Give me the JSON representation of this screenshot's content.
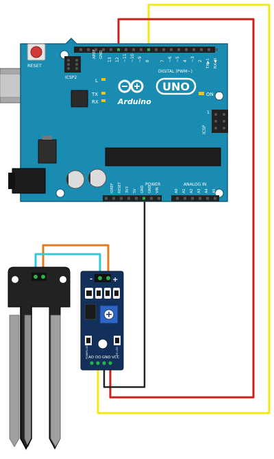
{
  "arduino": {
    "reset_label": "RESET",
    "icsp2_label": "ICSP2",
    "icsp_label": "ICSP",
    "aref_label": "AREF",
    "gnd_label": "GND",
    "pin_13": "13",
    "pin_12": "12",
    "pin_11": "~11",
    "pin_10": "~10",
    "pin_9": "~9",
    "pin_8": "8",
    "pin_7": "7",
    "pin_6": "~6",
    "pin_5": "~5",
    "pin_4": "4",
    "pin_3": "~3",
    "pin_2": "2",
    "pin_1": "TX▶1",
    "pin_0": "RX◀0",
    "digital_label": "DIGITAL (PWM~)",
    "l_label": "L",
    "tx_label": "TX",
    "rx_label": "RX",
    "uno_label": "UNO",
    "brand_label": "Arduino",
    "on_label": "ON",
    "icsp_pin1": "1",
    "power_label": "POWER",
    "analog_label": "ANALOG IN",
    "power_pins": [
      "IOREF",
      "RESET",
      "3V3",
      "5V",
      "GND",
      "GND",
      "VIN"
    ],
    "analog_pins": [
      "A0",
      "A1",
      "A2",
      "A3",
      "A4",
      "A5"
    ]
  },
  "module": {
    "minus_label": "-",
    "plus_label": "+",
    "pins": [
      "AO",
      "DO",
      "GND",
      "VCC"
    ],
    "led_labels": [
      "POWER-LED",
      "DO-LED"
    ]
  },
  "wires": {
    "power": "#cc1f1a",
    "signal": "#f2ea12",
    "ground": "#222222",
    "probe_a": "#e07b22",
    "probe_b": "#33c9d6"
  }
}
